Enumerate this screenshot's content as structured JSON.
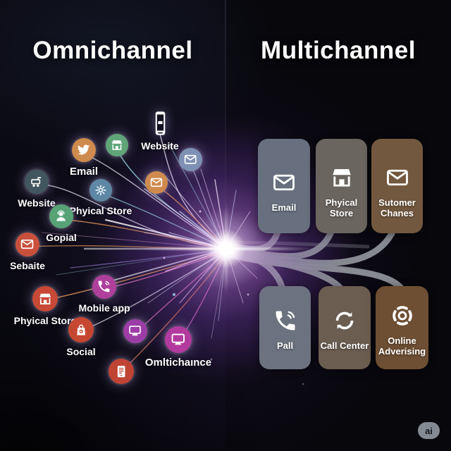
{
  "titles": {
    "left": "Omnichannel",
    "right": "Multichannel"
  },
  "left_nodes": [
    {
      "name": "website-phone",
      "icon": "smartphone-icon",
      "label": "Website",
      "color": ""
    },
    {
      "name": "email-twitter",
      "icon": "twitter-bird-icon",
      "label": "Email",
      "color": "#cf8b4e"
    },
    {
      "name": "storefront-green",
      "icon": "storefront-icon",
      "label": "",
      "color": "#5fa578"
    },
    {
      "name": "envelope-orange",
      "icon": "envelope-icon",
      "label": "",
      "color": "#cf8a4e"
    },
    {
      "name": "envelope-blue",
      "icon": "envelope-icon",
      "label": "",
      "color": "#7e91b4"
    },
    {
      "name": "physical-store-gear",
      "icon": "gear-icon",
      "label": "Phyical Store",
      "color": "#5d87a4"
    },
    {
      "name": "website-cart",
      "icon": "cart-icon",
      "label": "Website",
      "color": "#41565f"
    },
    {
      "name": "gopial-person",
      "icon": "support-person-icon",
      "label": "Gopial",
      "color": "#57a377"
    },
    {
      "name": "sebaite-envelope",
      "icon": "envelope-icon",
      "label": "Sebaite",
      "color": "#c9503c"
    },
    {
      "name": "physical-store-red",
      "icon": "storefront-icon",
      "label": "Phyical Store",
      "color": "#c74936"
    },
    {
      "name": "mobile-app-phone",
      "icon": "phone-call-icon",
      "label": "Mobile app",
      "color": "#ae3f9b"
    },
    {
      "name": "social-bag",
      "icon": "shopping-bag-icon",
      "label": "Social",
      "color": "#c64731"
    },
    {
      "name": "monitor-purple",
      "icon": "monitor-icon",
      "label": "",
      "color": "#9c3da6"
    },
    {
      "name": "omltichaince-monitor",
      "icon": "monitor-icon",
      "label": "Omltichaınce",
      "color": "#b23a9e"
    },
    {
      "name": "tablet-red",
      "icon": "tablet-icon",
      "label": "",
      "color": "#c04434"
    }
  ],
  "right_cards": [
    {
      "name": "email-card",
      "icon": "envelope-icon",
      "lines": [
        "Email"
      ],
      "color": "#68707f"
    },
    {
      "name": "phyical-store-card",
      "icon": "storefront-icon",
      "lines": [
        "Phyical",
        "Store"
      ],
      "color": "#6b6560"
    },
    {
      "name": "sutomer-chanes-card",
      "icon": "envelope-icon",
      "lines": [
        "Sutomer",
        "Chanes"
      ],
      "color": "#72583f"
    },
    {
      "name": "pall-card",
      "icon": "phone-call-icon",
      "lines": [
        "Pall"
      ],
      "color": "#6d7280"
    },
    {
      "name": "call-center-card",
      "icon": "refresh-icon",
      "lines": [
        "Call Center"
      ],
      "color": "#6b5d50"
    },
    {
      "name": "online-adverising-card",
      "icon": "ad-target-icon",
      "lines": [
        "Online",
        "Adverising"
      ],
      "color": "#6e4f33"
    }
  ],
  "badge": {
    "label": "ai"
  },
  "colors": {
    "background": "#07070d",
    "line_gray": "#8d9098",
    "burst_glow": "#8a4fd0",
    "text": "#ffffff"
  }
}
